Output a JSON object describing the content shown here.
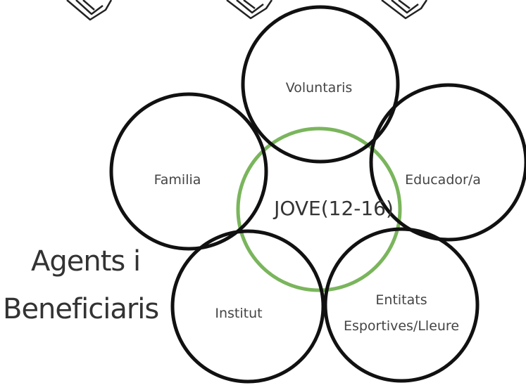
{
  "title": {
    "line1": "Agents i",
    "line2": "Beneficiaris"
  },
  "center": {
    "label": "JOVE(12-16)",
    "color": "#7ab55c"
  },
  "nodes": {
    "voluntaris": "Voluntaris",
    "educador": "Educador/a",
    "familia": "Familia",
    "institut": "Institut",
    "entitats_line1": "Entitats",
    "entitats_line2": "Esportives/Lleure"
  },
  "decorations": [
    "book-sketch-icon",
    "book-sketch-icon",
    "book-sketch-icon"
  ]
}
